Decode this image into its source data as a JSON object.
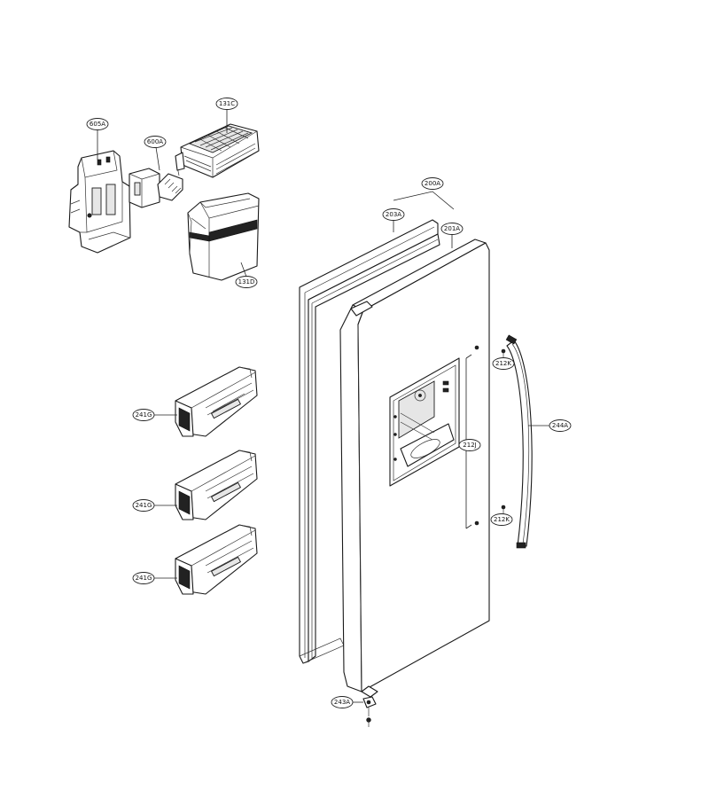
{
  "labels": {
    "l605A": "605A",
    "l600A": "600A",
    "l131C": "131C",
    "l131D": "131D",
    "l200A": "200A",
    "l203A": "203A",
    "l201A": "201A",
    "l212K_top": "212K",
    "l244A": "244A",
    "l212J": "212J",
    "l212K_bot": "212K",
    "l241G_1": "241G",
    "l241G_2": "241G",
    "l241G_3": "241G",
    "l243A": "243A"
  },
  "colors": {
    "line": "#1a1a1a",
    "background": "#ffffff"
  }
}
